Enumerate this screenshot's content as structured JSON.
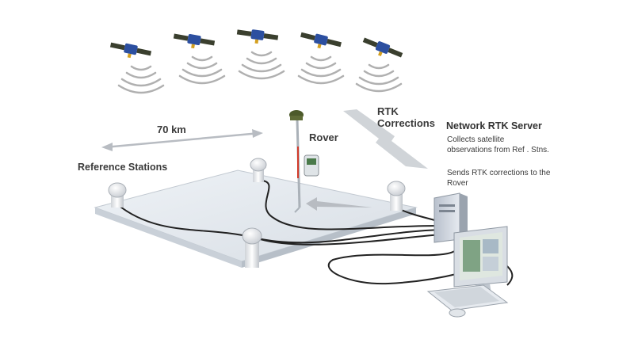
{
  "labels": {
    "distance": "70 km",
    "reference_stations": "Reference Stations",
    "rover": "Rover",
    "rtk_line1": "RTK",
    "rtk_line2": "Corrections",
    "server_title": "Network RTK Server",
    "server_desc1_line1": "Collects satellite",
    "server_desc1_line2": "observations from Ref . Stns.",
    "server_desc2_line1": "Sends RTK corrections to the",
    "server_desc2_line2": "Rover"
  },
  "colors": {
    "platform_top": "#e4e9ee",
    "platform_side": "#c9d0d8",
    "cable": "#222222",
    "arrow": "#b8bcc2",
    "satellite_panel": "#3a3f2e",
    "satellite_body": "#2c4fa0",
    "signal_wave": "#b0b0b0",
    "text": "#3a3a3a"
  }
}
